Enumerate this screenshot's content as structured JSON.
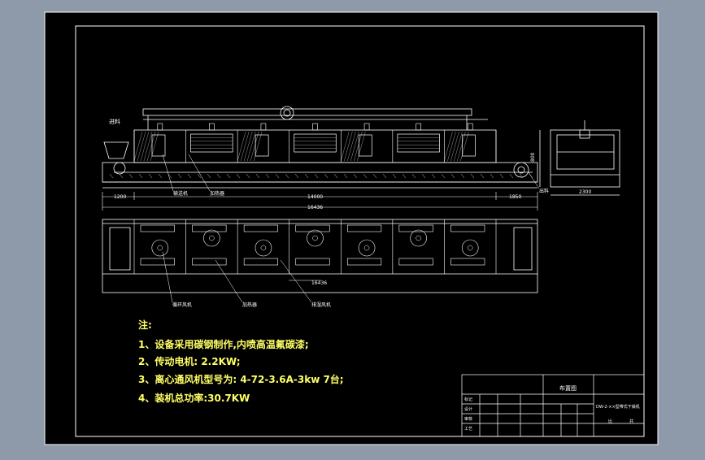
{
  "drawing": {
    "background_color": "#8e99aa",
    "paper_color": "#000000",
    "line_color": "#ffffff",
    "accent_color": "#ffff66"
  },
  "elevation": {
    "label_feed": "进料",
    "dim_left": "1200",
    "dim_main": "14000",
    "dim_right": "1850",
    "dim_total": "16436",
    "callout_transport": "输送机",
    "callout_heater": "加热器",
    "callout_tail": "出料",
    "side_dim_height": "800",
    "side_dim_width": "2300"
  },
  "plan": {
    "dim_total": "16436",
    "callout_fan": "循环风机",
    "callout_heater": "加热器",
    "callout_exhaust": "排湿风机"
  },
  "notes": {
    "title": "注:",
    "lines": [
      "1、设备采用碳钢制作,内喷高温氟碳漆;",
      "2、传动电机: 2.2KW;",
      "3、离心通风机型号为: 4-72-3.6A-3kw 7台;",
      "4、装机总功率:30.7KW"
    ]
  },
  "title_block": {
    "drawing_name": "布置图",
    "product_name": "DW-2-××型带式干燥机",
    "row_labels": [
      "标记",
      "设计",
      "审核",
      "工艺"
    ],
    "ratio_label": "比",
    "sheet_label": "共"
  }
}
